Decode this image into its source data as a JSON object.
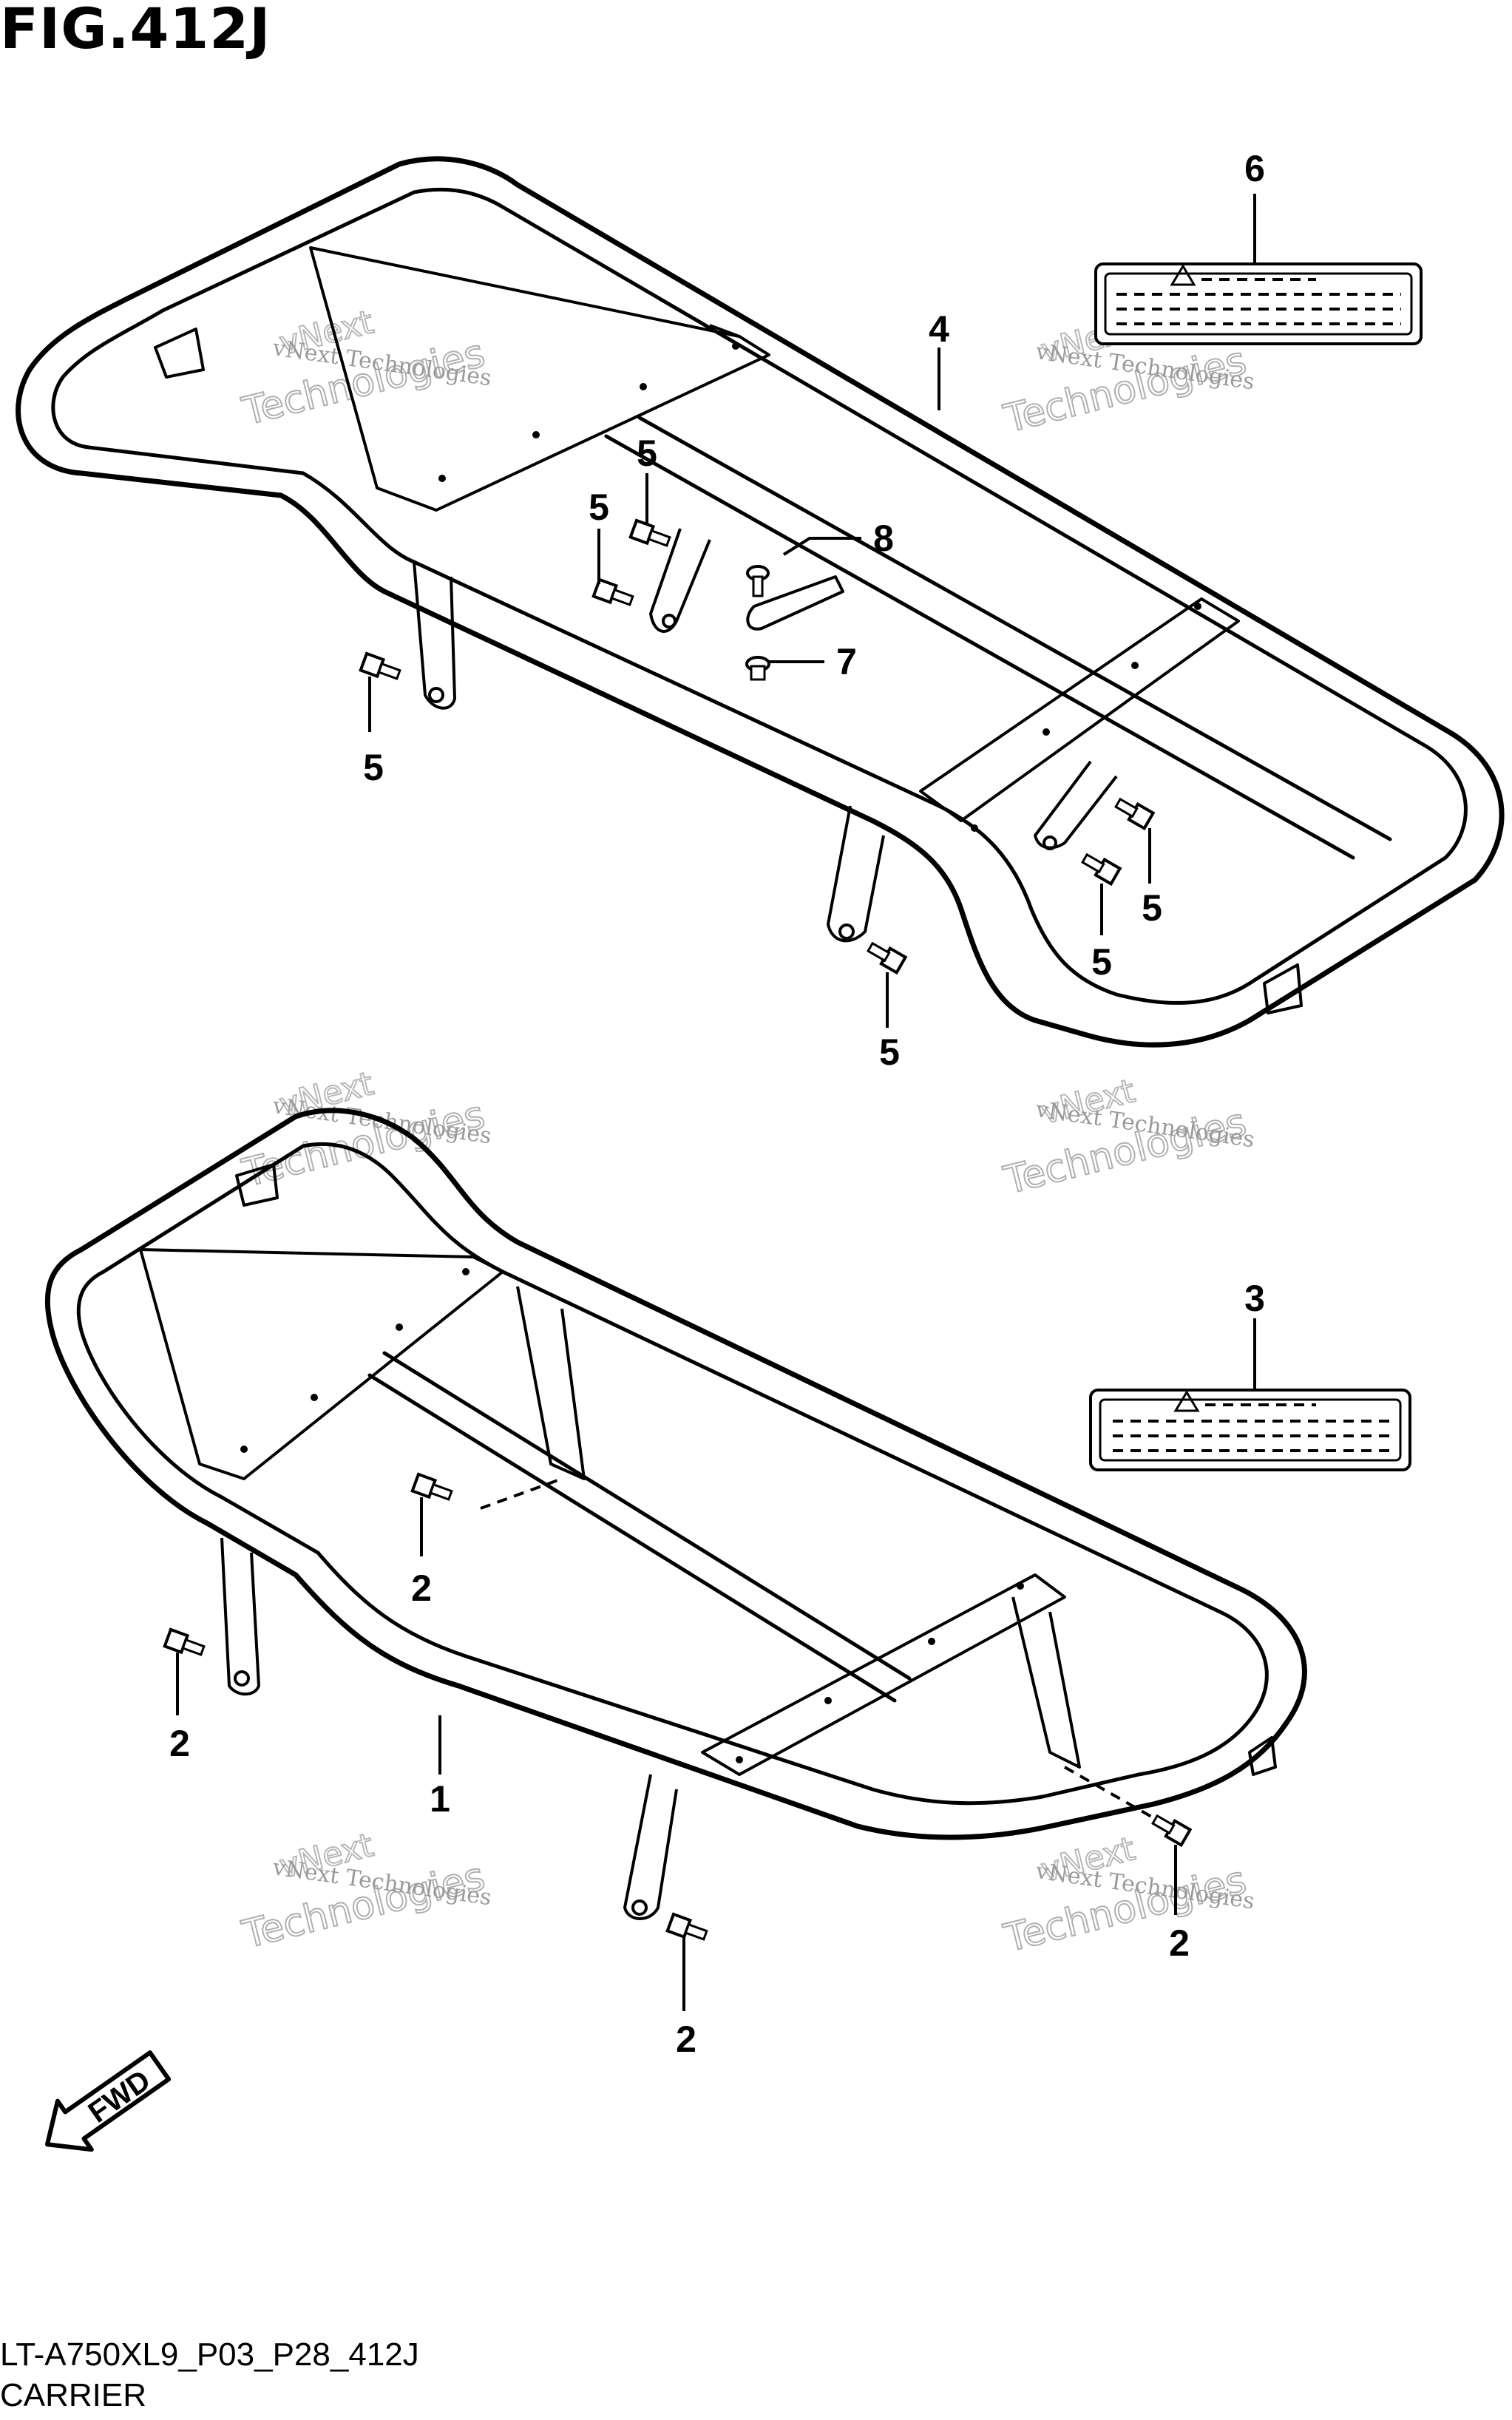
{
  "figure": {
    "title": "FIG.412J",
    "code": "LT-A750XL9_P03_P28_412J",
    "name": "CARRIER"
  },
  "callouts": [
    "1",
    "2",
    "3",
    "4",
    "5",
    "6",
    "7",
    "8"
  ],
  "watermark": {
    "line1": "vNext Technologies",
    "line2": "Technologies",
    "line3": "vNext"
  },
  "fwd_label": "FWD",
  "icons": [
    "warning-triangle-icon",
    "fwd-arrow-icon"
  ],
  "colors": {
    "ink": "#000000",
    "watermark": "#9a9a9a",
    "background": "#ffffff"
  }
}
